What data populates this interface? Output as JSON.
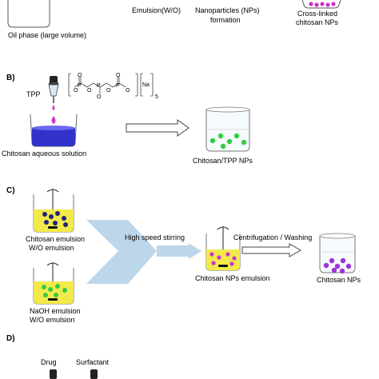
{
  "panel_a": {
    "oil_phase": "Oil phase (large volume)",
    "emulsion": "Emulsion(W/O)",
    "np_line1": "Nanoparticles (NPs)",
    "np_line2": "formation",
    "crosslinked_line1": "Cross-linked",
    "crosslinked_line2": "chitosan NPs"
  },
  "panel_b": {
    "label": "B)",
    "tpp": "TPP",
    "na": "Na",
    "subscript_5": "5",
    "solution": "Chitosan aqueous solution",
    "product": "Chitosan/TPP NPs"
  },
  "panel_c": {
    "label": "C)",
    "chitosan_emulsion_line1": "Chitosan emulsion",
    "chitosan_emulsion_line2": "W/O emulsion",
    "naoh_line1": "NaOH emulsion",
    "naoh_line2": "W/O emulsion",
    "stirring": "High speed stirring",
    "centrifugation": "Centrifugation / Washing",
    "np_emulsion": "Chitosan NPs emulsion",
    "product": "Chitosan NPs"
  },
  "panel_d": {
    "label": "D)",
    "drug": "Drug",
    "surfactant": "Surfactant"
  },
  "colors": {
    "purple_np": "#cc33cc",
    "blue_solution": "#3333cc",
    "green_np": "#33cc44",
    "yellow_liquid": "#f2ea4a",
    "chevron_blue": "#bcd6ea",
    "magenta_drop": "#d433c2"
  }
}
